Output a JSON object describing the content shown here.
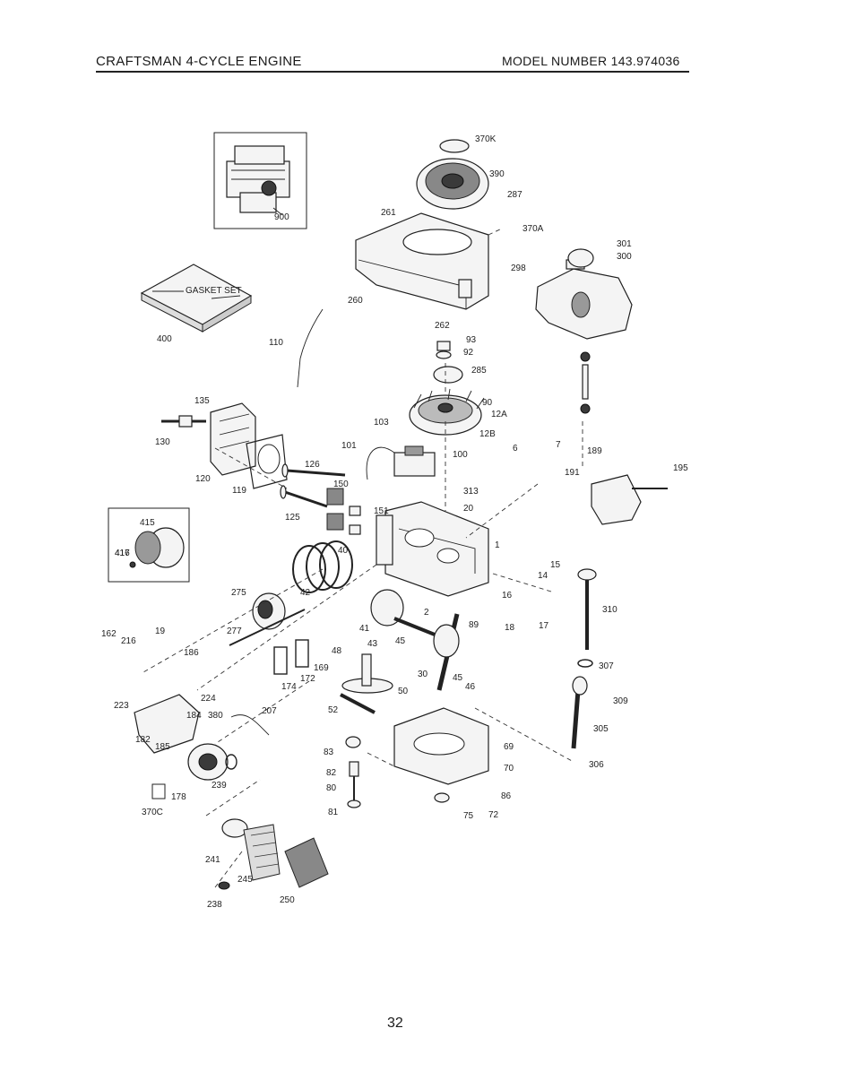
{
  "header": {
    "title": "CRAFTSMAN 4-CYCLE ENGINE",
    "model": "MODEL NUMBER 143.974036"
  },
  "page_number": "32",
  "kit_label": "GASKET SET",
  "part_labels": [
    "370K",
    "390",
    "287",
    "261",
    "370A",
    "301",
    "300",
    "298",
    "260",
    "262",
    "93",
    "92",
    "285",
    "110",
    "90",
    "12A",
    "12B",
    "7",
    "6",
    "103",
    "101",
    "100",
    "135",
    "130",
    "120",
    "119",
    "126",
    "150",
    "125",
    "151",
    "313",
    "20",
    "189",
    "191",
    "195",
    "1",
    "415",
    "416",
    "417",
    "40",
    "42",
    "15",
    "14",
    "275",
    "16",
    "17",
    "18",
    "310",
    "41",
    "43",
    "45",
    "89",
    "2",
    "277",
    "162",
    "216",
    "19",
    "186",
    "169",
    "172",
    "174",
    "48",
    "30",
    "45",
    "46",
    "307",
    "224",
    "50",
    "309",
    "223",
    "184",
    "380",
    "207",
    "52",
    "305",
    "182",
    "185",
    "83",
    "69",
    "306",
    "239",
    "82",
    "70",
    "80",
    "86",
    "178",
    "81",
    "72",
    "75",
    "370C",
    "241",
    "245",
    "238",
    "250",
    "900",
    "400"
  ]
}
